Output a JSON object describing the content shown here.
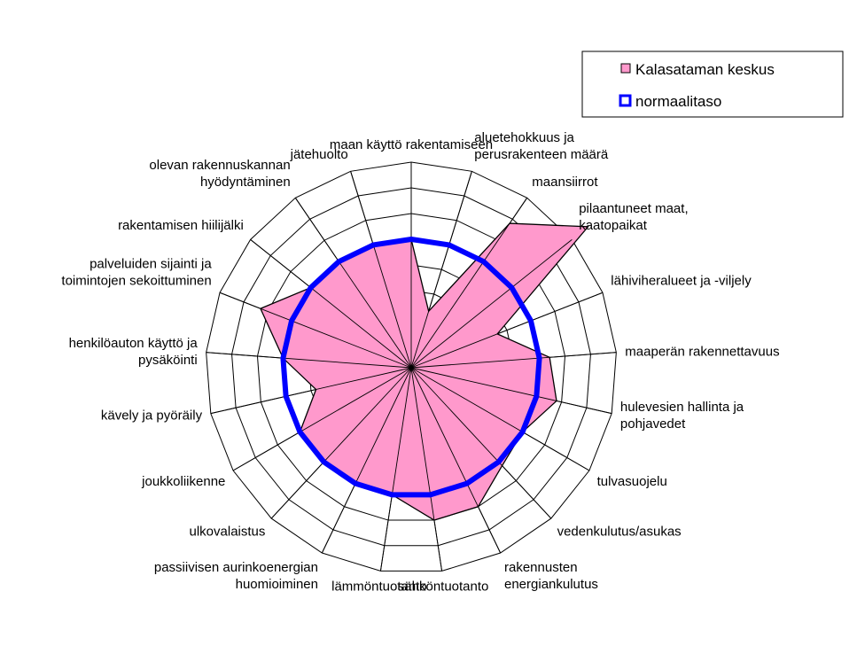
{
  "chart_data": {
    "type": "radar",
    "categories": [
      [
        "maan käyttö rakentamiseen"
      ],
      [
        "aluetehokkuus ja",
        "perusrakenteen määrä"
      ],
      [
        "maansiirrot"
      ],
      [
        "pilaantuneet maat,",
        "kaatopaikat"
      ],
      [
        "lähiviheralueet ja -viljely"
      ],
      [
        "maaperän rakennettavuus"
      ],
      [
        "hulevesien hallinta ja",
        "pohjavedet"
      ],
      [
        "tulvasuojelu"
      ],
      [
        "vedenkulutus/asukas"
      ],
      [
        "rakennusten",
        "energiankulutus"
      ],
      [
        "sähköntuotanto"
      ],
      [
        "lämmöntuotanto"
      ],
      [
        "passiivisen aurinkoenergian",
        "huomioiminen"
      ],
      [
        "ulkovalaistus"
      ],
      [
        "joukkoliikenne"
      ],
      [
        "kävely ja pyöräily"
      ],
      [
        "henkilöauton käyttö ja",
        "pysäköinti"
      ],
      [
        "palveluiden sijainti ja",
        "toimintojen sekoittuminen"
      ],
      [
        "rakentamisen hiilijälki"
      ],
      [
        "olevan rakennuskannan",
        "hyödyntäminen"
      ],
      [
        "jätehuolto"
      ]
    ],
    "series": [
      {
        "name": "Kalasataman keskus",
        "color": "#ff99cc",
        "stroke": "#000000",
        "values": [
          5.0,
          2.3,
          6.8,
          8.8,
          3.6,
          5.4,
          5.8,
          5.0,
          5.2,
          6.0,
          6.0,
          5.0,
          5.0,
          5.0,
          5.0,
          3.8,
          5.0,
          6.3,
          5.0,
          5.0,
          5.0
        ]
      },
      {
        "name": "normaalitaso",
        "color": "#0000ff",
        "values": [
          5,
          5,
          5,
          5,
          5,
          5,
          5,
          5,
          5,
          5,
          5,
          5,
          5,
          5,
          5,
          5,
          5,
          5,
          5,
          5,
          5
        ]
      }
    ],
    "rlim": [
      0,
      8
    ],
    "grid": true,
    "legend_position": "top-right"
  }
}
